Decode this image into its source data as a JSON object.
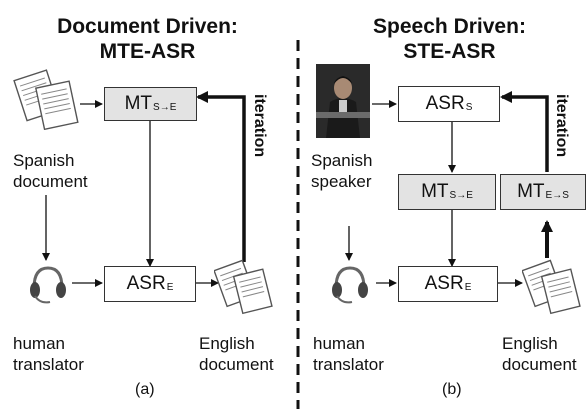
{
  "left": {
    "title1": "Document Driven:",
    "title2": "MTE-ASR",
    "mt_box": {
      "main": "MT",
      "sub": "S→E"
    },
    "asr_box": {
      "main": "ASR",
      "sub": "E"
    },
    "src_label1": "Spanish",
    "src_label2": "document",
    "human_label1": "human",
    "human_label2": "translator",
    "out_label1": "English",
    "out_label2": "document",
    "iteration": "iteration",
    "caption": "(a)"
  },
  "right": {
    "title1": "Speech Driven:",
    "title2": "STE-ASR",
    "asrs_box": {
      "main": "ASR",
      "sub": "S"
    },
    "mt_se_box": {
      "main": "MT",
      "sub": "S→E"
    },
    "mt_es_box": {
      "main": "MT",
      "sub": "E→S"
    },
    "asre_box": {
      "main": "ASR",
      "sub": "E"
    },
    "src_label1": "Spanish",
    "src_label2": "speaker",
    "human_label1": "human",
    "human_label2": "translator",
    "out_label1": "English",
    "out_label2": "document",
    "iteration": "iteration",
    "caption": "(b)"
  },
  "icons": [
    "document-icon",
    "headset-icon",
    "speaker-photo"
  ]
}
